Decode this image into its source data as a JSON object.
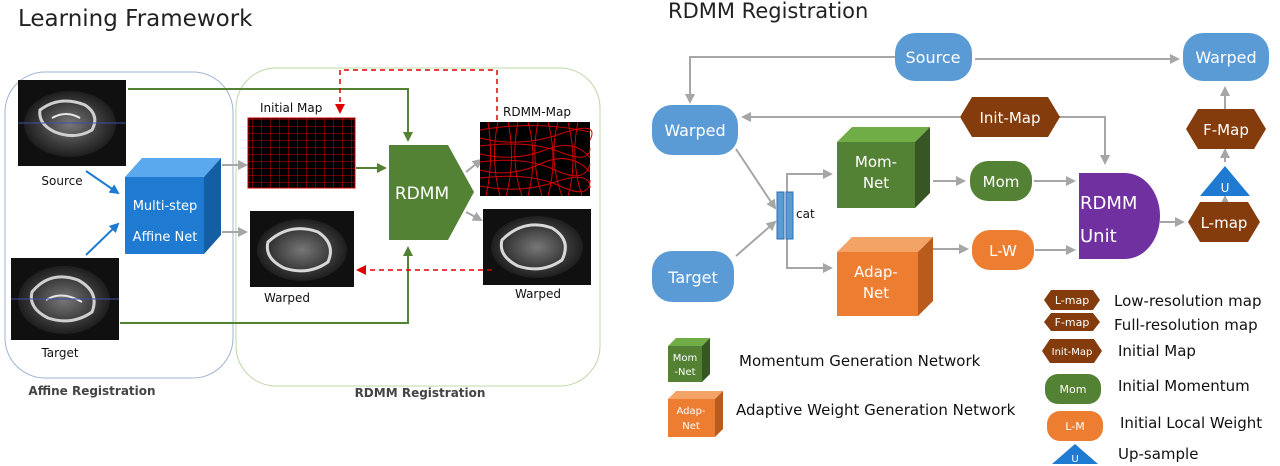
{
  "left": {
    "title": "Learning Framework",
    "source_label": "Source",
    "target_label": "Target",
    "affine_net_line1": "Multi-step",
    "affine_net_line2": "Affine Net",
    "initial_map_label": "Initial Map",
    "rdmm_map_label": "RDMM-Map",
    "rdmm_label": "RDMM",
    "warped_left_label": "Warped",
    "warped_right_label": "Warped",
    "affine_group_label": "Affine Registration",
    "rdmm_group_label": "RDMM Registration"
  },
  "right": {
    "title": "RDMM  Registration",
    "source": "Source",
    "warped_top": "Warped",
    "warped_mid": "Warped",
    "target": "Target",
    "init_map": "Init-Map",
    "mom_net_1": "Mom-",
    "mom_net_2": "Net",
    "adap_net_1": "Adap-",
    "adap_net_2": "Net",
    "cat": "cat",
    "mom": "Mom",
    "lw": "L-W",
    "rdmm_unit_1": "RDMM",
    "rdmm_unit_2": "Unit",
    "f_map": "F-Map",
    "up": "U",
    "l_map": "L-map"
  },
  "legend": {
    "items": [
      {
        "badge": "L-map",
        "text": "Low-resolution map"
      },
      {
        "badge": "F-map",
        "text": "Full-resolution map"
      },
      {
        "badge": "Init-Map",
        "text": "Initial Map"
      },
      {
        "badge": "Mom",
        "text": "Initial Momentum"
      },
      {
        "badge": "L-M",
        "text": "Initial Local Weight"
      },
      {
        "badge": "U",
        "text": "Up-sample"
      }
    ],
    "mom_net_badge_1": "Mom",
    "mom_net_badge_2": "-Net",
    "mom_net_text": "Momentum Generation Network",
    "adap_net_badge_1": "Adap-",
    "adap_net_badge_2": "Net",
    "adap_net_text": "Adaptive Weight Generation Network"
  },
  "colors": {
    "blue_node": "#5b9bd5",
    "green_node": "#548235",
    "orange_node": "#ed7d31",
    "brown_node": "#843c0c",
    "purple_node": "#7030a0",
    "affine_blue": "#1f7bd1",
    "grid_red": "#d10000",
    "dashed_red": "#e00000",
    "arrow_gray": "#a6a6a6",
    "arrow_green": "#548235"
  }
}
